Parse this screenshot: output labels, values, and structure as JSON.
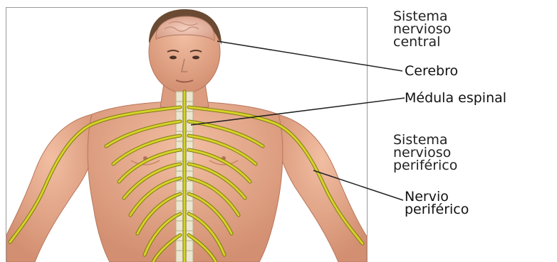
{
  "labels": {
    "central_system": [
      "Sistema",
      "nervioso",
      "central"
    ],
    "brain": "Cerebro",
    "spinal_cord": "Médula espinal",
    "peripheral_system": [
      "Sistema",
      "nervioso",
      "periférico"
    ],
    "peripheral_nerve": [
      "Nervio",
      "periférico"
    ]
  },
  "colors": {
    "skin": "#e8a989",
    "skin_shadow": "#c98468",
    "hair": "#6a4a33",
    "brain": "#e9b9a6",
    "nerve": "#d7d22a",
    "nerve_outline": "#7c7a12",
    "spine": "#e7e0c8",
    "leader_line": "#222222"
  }
}
